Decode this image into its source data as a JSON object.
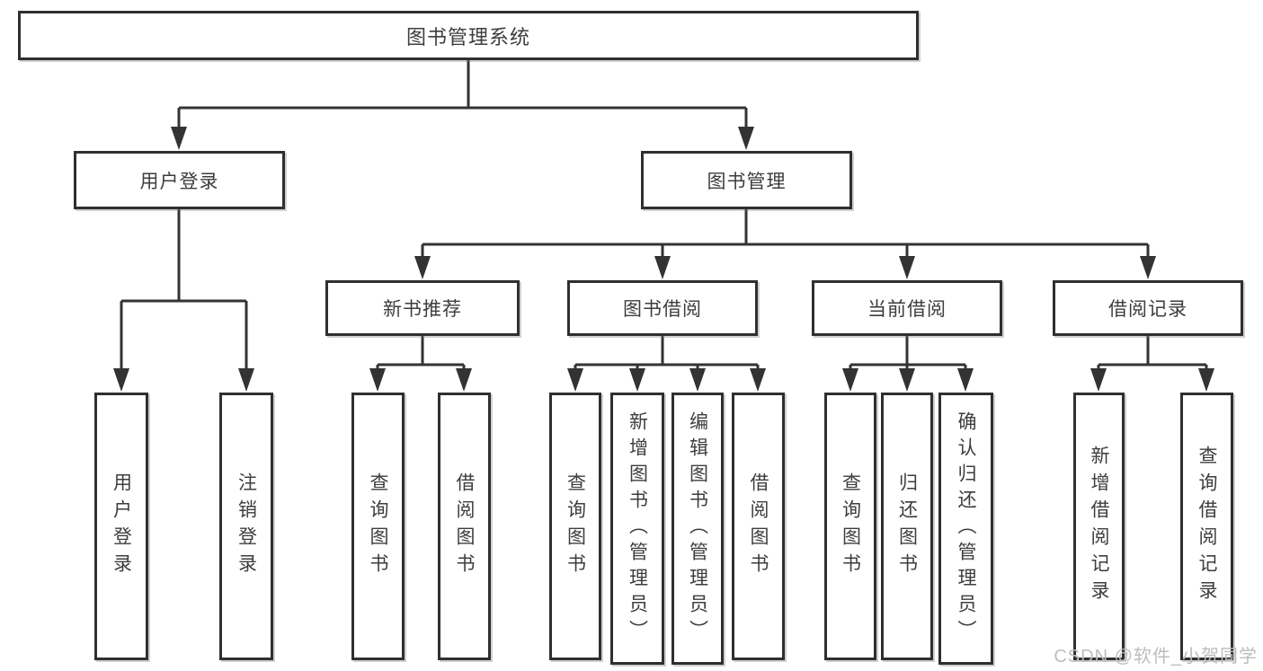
{
  "diagram": {
    "type": "hierarchy-tree",
    "title": "图书管理系统",
    "watermark": "CSDN @软件_小贺同学",
    "colors": {
      "background": "#ffffff",
      "box_border": "#2f2f2f",
      "connector_line": "#333333",
      "text": "#3d3d3d",
      "watermark_text": "#bdbdbd"
    },
    "nodes": {
      "root": {
        "label": "图书管理系统"
      },
      "user_login_branch": {
        "label": "用户登录"
      },
      "book_management": {
        "label": "图书管理"
      },
      "new_book_recommend": {
        "label": "新书推荐"
      },
      "book_borrowing": {
        "label": "图书借阅"
      },
      "current_borrowing": {
        "label": "当前借阅"
      },
      "borrowing_records": {
        "label": "借阅记录"
      },
      "leaves": {
        "user_login": "用户登录",
        "logout": "注销登录",
        "nb_search_book": "查询图书",
        "nb_borrow_book": "借阅图书",
        "bb_search_book": "查询图书",
        "bb_add_book": "新增图书（管理员）",
        "bb_edit_book": "编辑图书（管理员）",
        "bb_borrow_book": "借阅图书",
        "cb_search_book": "查询图书",
        "cb_return_book": "归还图书",
        "cb_confirm_return": "确认归还（管理员）",
        "br_add_record": "新增借阅记录",
        "br_search_record": "查询借阅记录"
      }
    },
    "edges": [
      "图书管理系统 → 用户登录",
      "图书管理系统 → 图书管理",
      "用户登录 → 用户登录",
      "用户登录 → 注销登录",
      "图书管理 → 新书推荐",
      "图书管理 → 图书借阅",
      "图书管理 → 当前借阅",
      "图书管理 → 借阅记录",
      "新书推荐 → 查询图书",
      "新书推荐 → 借阅图书",
      "图书借阅 → 查询图书",
      "图书借阅 → 新增图书（管理员）",
      "图书借阅 → 编辑图书（管理员）",
      "图书借阅 → 借阅图书",
      "当前借阅 → 查询图书",
      "当前借阅 → 归还图书",
      "当前借阅 → 确认归还（管理员）",
      "借阅记录 → 新增借阅记录",
      "借阅记录 → 查询借阅记录"
    ]
  }
}
